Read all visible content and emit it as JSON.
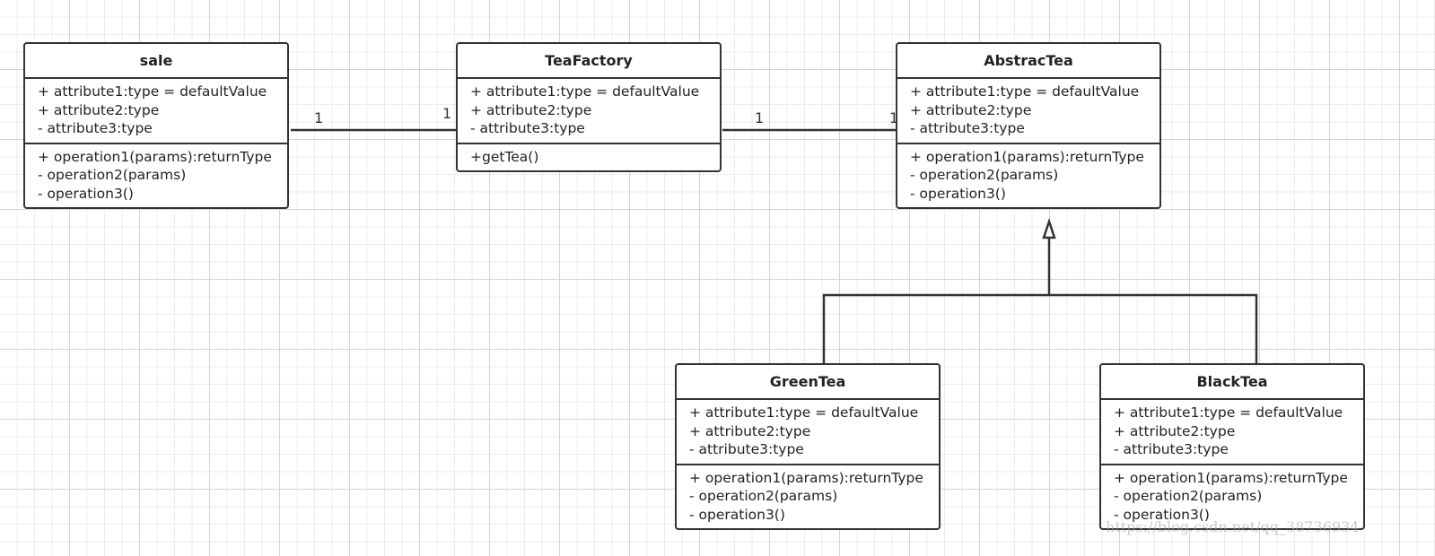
{
  "classes": {
    "sale": {
      "name": "sale",
      "attributes": [
        "+ attribute1:type = defaultValue",
        "+ attribute2:type",
        "- attribute3:type"
      ],
      "operations": [
        "+ operation1(params):returnType",
        "- operation2(params)",
        "- operation3()"
      ]
    },
    "teafactory": {
      "name": "TeaFactory",
      "attributes": [
        "+ attribute1:type = defaultValue",
        "+ attribute2:type",
        "- attribute3:type"
      ],
      "operations": [
        "+getTea()"
      ]
    },
    "abstractea": {
      "name": "AbstracTea",
      "attributes": [
        "+ attribute1:type = defaultValue",
        "+ attribute2:type",
        "- attribute3:type"
      ],
      "operations": [
        "+ operation1(params):returnType",
        "- operation2(params)",
        "- operation3()"
      ]
    },
    "greentea": {
      "name": "GreenTea",
      "attributes": [
        "+ attribute1:type = defaultValue",
        "+ attribute2:type",
        "- attribute3:type"
      ],
      "operations": [
        "+ operation1(params):returnType",
        "- operation2(params)",
        "- operation3()"
      ]
    },
    "blacktea": {
      "name": "BlackTea",
      "attributes": [
        "+ attribute1:type = defaultValue",
        "+ attribute2:type",
        "- attribute3:type"
      ],
      "operations": [
        "+ operation1(params):returnType",
        "- operation2(params)",
        "- operation3()"
      ]
    }
  },
  "associations": {
    "sale_teafactory": {
      "left_multiplicity": "1",
      "right_multiplicity": "1"
    },
    "teafactory_abstractea": {
      "left_multiplicity": "1",
      "right_multiplicity": "1"
    }
  },
  "generalization": {
    "parent": "AbstracTea",
    "children": [
      "GreenTea",
      "BlackTea"
    ]
  },
  "watermark": "https://blog.csdn.net/qq_38736934",
  "colors": {
    "line": "#333333",
    "box_fill": "#ffffff",
    "grid": "#d4d4d4"
  }
}
